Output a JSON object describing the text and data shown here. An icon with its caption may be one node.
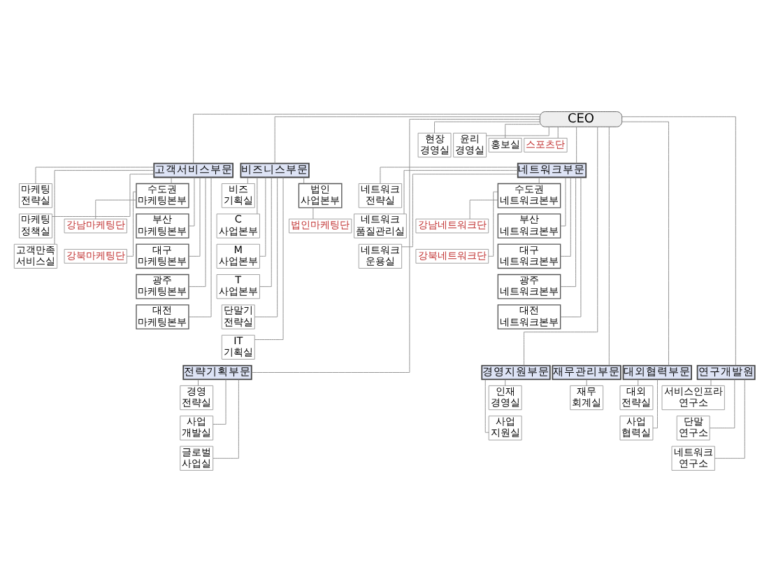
{
  "diagram": {
    "nodes": [
      {
        "text": [
          "CEO"
        ]
      },
      {
        "text": [
          "현장 경영실"
        ]
      },
      {
        "text": [
          "윤리 경영실"
        ]
      },
      {
        "text": [
          "홍보실"
        ]
      },
      {
        "text": [
          "스포츠단"
        ]
      },
      {
        "text": [
          "고객서비스부문"
        ]
      },
      {
        "text": [
          "마케팅 전략실"
        ]
      },
      {
        "text": [
          "마케팅 정책실"
        ]
      },
      {
        "text": [
          "고객만족 서비스실"
        ]
      },
      {
        "text": [
          "수도권 마케팅본부"
        ]
      },
      {
        "text": [
          "부산 마케팅본부"
        ]
      },
      {
        "text": [
          "대구 마케팅본부"
        ]
      },
      {
        "text": [
          "광주 마케팅본부"
        ]
      },
      {
        "text": [
          "대전 마케팅본부"
        ]
      },
      {
        "text": [
          "강남마케팅단"
        ]
      },
      {
        "text": [
          "강북마케팅단"
        ]
      },
      {
        "text": [
          "비즈니스부문"
        ]
      },
      {
        "text": [
          "비즈 기획실"
        ]
      },
      {
        "text": [
          "C 사업본부"
        ]
      },
      {
        "text": [
          "M 사업본부"
        ]
      },
      {
        "text": [
          "T 사업본부"
        ]
      },
      {
        "text": [
          "단말기 전략실"
        ]
      },
      {
        "text": [
          "IT 기획실"
        ]
      },
      {
        "text": [
          "법인 사업본부"
        ]
      },
      {
        "text": [
          "법인마케팅단"
        ]
      },
      {
        "text": [
          "네트워크부문"
        ]
      },
      {
        "text": [
          "네트워크 전략실"
        ]
      },
      {
        "text": [
          "네트워크 품질관리실"
        ]
      },
      {
        "text": [
          "네트워크 운용실"
        ]
      },
      {
        "text": [
          "수도권 네트워크본부"
        ]
      },
      {
        "text": [
          "부산 네트워크본부"
        ]
      },
      {
        "text": [
          "대구 네트워크본부"
        ]
      },
      {
        "text": [
          "광주 네트워크본부"
        ]
      },
      {
        "text": [
          "대전 네트워크본부"
        ]
      },
      {
        "text": [
          "강남네트워크단"
        ]
      },
      {
        "text": [
          "강북네트워크단"
        ]
      },
      {
        "text": [
          "전략기획부문"
        ]
      },
      {
        "text": [
          "경영 전략실"
        ]
      },
      {
        "text": [
          "사업 개발실"
        ]
      },
      {
        "text": [
          "글로벌 사업실"
        ]
      },
      {
        "text": [
          "경영지원부문"
        ]
      },
      {
        "text": [
          "인재 경영실"
        ]
      },
      {
        "text": [
          "사업 지원실"
        ]
      },
      {
        "text": [
          "재무관리부문"
        ]
      },
      {
        "text": [
          "재무 회계실"
        ]
      },
      {
        "text": [
          "대외협력부문"
        ]
      },
      {
        "text": [
          "대외 전략실"
        ]
      },
      {
        "text": [
          "사업 협력실"
        ]
      },
      {
        "text": [
          "연구개발원"
        ]
      },
      {
        "text": [
          "서비스인프라 연구소"
        ]
      },
      {
        "text": [
          "단말 연구소"
        ]
      },
      {
        "text": [
          "네트워크 연구소"
        ]
      }
    ],
    "edges": [
      {
        "from": 0,
        "to": 1,
        "arrow": "none"
      },
      {
        "from": 0,
        "to": 2,
        "arrow": "none"
      },
      {
        "from": 0,
        "to": 3,
        "arrow": "none"
      },
      {
        "from": 0,
        "to": 4,
        "arrow": "none"
      },
      {
        "from": 0,
        "to": 5,
        "arrow": "none"
      },
      {
        "from": 0,
        "to": 16,
        "arrow": "none"
      },
      {
        "from": 0,
        "to": 25,
        "arrow": "none"
      },
      {
        "from": 5,
        "to": 6,
        "arrow": "none"
      },
      {
        "from": 5,
        "to": 7,
        "arrow": "none"
      },
      {
        "from": 5,
        "to": 8,
        "arrow": "none"
      },
      {
        "from": 5,
        "to": 9,
        "arrow": "none"
      },
      {
        "from": 5,
        "to": 10,
        "arrow": "none"
      },
      {
        "from": 5,
        "to": 11,
        "arrow": "none"
      },
      {
        "from": 5,
        "to": 12,
        "arrow": "none"
      },
      {
        "from": 5,
        "to": 13,
        "arrow": "none"
      },
      {
        "from": 9,
        "to": 14,
        "arrow": "none"
      },
      {
        "from": 9,
        "to": 15,
        "arrow": "none"
      },
      {
        "from": 16,
        "to": 17,
        "arrow": "none"
      },
      {
        "from": 16,
        "to": 18,
        "arrow": "none"
      },
      {
        "from": 16,
        "to": 19,
        "arrow": "none"
      },
      {
        "from": 16,
        "to": 20,
        "arrow": "none"
      },
      {
        "from": 16,
        "to": 21,
        "arrow": "none"
      },
      {
        "from": 16,
        "to": 22,
        "arrow": "none"
      },
      {
        "from": 16,
        "to": 23,
        "arrow": "none"
      },
      {
        "from": 23,
        "to": 24,
        "arrow": "none"
      },
      {
        "from": 25,
        "to": 26,
        "arrow": "none"
      },
      {
        "from": 25,
        "to": 27,
        "arrow": "none"
      },
      {
        "from": 25,
        "to": 28,
        "arrow": "none"
      },
      {
        "from": 25,
        "to": 29,
        "arrow": "none"
      },
      {
        "from": 25,
        "to": 30,
        "arrow": "none"
      },
      {
        "from": 25,
        "to": 31,
        "arrow": "none"
      },
      {
        "from": 25,
        "to": 32,
        "arrow": "none"
      },
      {
        "from": 25,
        "to": 33,
        "arrow": "none"
      },
      {
        "from": 29,
        "to": 34,
        "arrow": "none"
      },
      {
        "from": 29,
        "to": 35,
        "arrow": "none"
      },
      {
        "from": 0,
        "to": 36,
        "arrow": "none"
      },
      {
        "from": 0,
        "to": 40,
        "arrow": "none"
      },
      {
        "from": 0,
        "to": 43,
        "arrow": "none"
      },
      {
        "from": 0,
        "to": 45,
        "arrow": "none"
      },
      {
        "from": 0,
        "to": 48,
        "arrow": "none"
      },
      {
        "from": 36,
        "to": 37,
        "arrow": "none"
      },
      {
        "from": 36,
        "to": 38,
        "arrow": "none"
      },
      {
        "from": 36,
        "to": 39,
        "arrow": "none"
      },
      {
        "from": 40,
        "to": 41,
        "arrow": "none"
      },
      {
        "from": 40,
        "to": 42,
        "arrow": "none"
      },
      {
        "from": 43,
        "to": 44,
        "arrow": "none"
      },
      {
        "from": 45,
        "to": 46,
        "arrow": "none"
      },
      {
        "from": 45,
        "to": 47,
        "arrow": "none"
      },
      {
        "from": 48,
        "to": 49,
        "arrow": "none"
      },
      {
        "from": 48,
        "to": 50,
        "arrow": "none"
      },
      {
        "from": 48,
        "to": 51,
        "arrow": "none"
      }
    ]
  }
}
